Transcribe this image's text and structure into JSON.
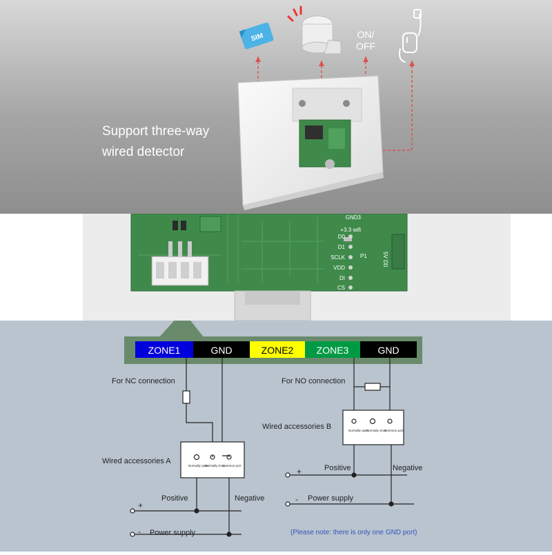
{
  "header": {
    "headline_line1": "Support three-way",
    "headline_line2": "wired detector",
    "sim_label": "SIM",
    "onoff_line1": "ON/",
    "onoff_line2": "OFF"
  },
  "pcb": {
    "pin_labels": [
      "GND3",
      "+3.3 wifi",
      "D0",
      "D1",
      "SCLK",
      "VDD",
      "DI",
      "CS"
    ],
    "side_label": "5V  D0",
    "part_label": "P1"
  },
  "terminal_strip": [
    {
      "label": "ZONE1",
      "bg": "#0000dd",
      "fg": "#ffffff"
    },
    {
      "label": "GND",
      "bg": "#000000",
      "fg": "#ffffff"
    },
    {
      "label": "ZONE2",
      "bg": "#ffff00",
      "fg": "#000000"
    },
    {
      "label": "ZONE3",
      "bg": "#009a44",
      "fg": "#ffffff"
    },
    {
      "label": "GND",
      "bg": "#000000",
      "fg": "#ffffff"
    }
  ],
  "nc_circuit": {
    "connection_label": "For NC connection",
    "device_label": "Wired accessories A",
    "terminals": [
      "Normally open",
      "Normally close",
      "Common port"
    ],
    "positive_label": "Positive",
    "negative_label": "Negative",
    "plus_sign": "+",
    "minus_sign": "-",
    "power_label": "Power supply"
  },
  "no_circuit": {
    "connection_label": "For NO connection",
    "device_label": "Wired accessories B",
    "terminals": [
      "Normally open",
      "Normally close",
      "Common port"
    ],
    "positive_label": "Positive",
    "negative_label": "Negative",
    "plus_sign": "+",
    "minus_sign": "-",
    "power_label": "Power supply"
  },
  "note": "(Please note: there is only one GND port)",
  "colors": {
    "top_bg": "#9c9c9c",
    "pcb_green": "#3f8a4a",
    "wiring_bg": "#b9c4cf",
    "leader_green": "#6a8a6c",
    "dashed_red": "#d9534f",
    "note_blue": "#3355bb"
  }
}
